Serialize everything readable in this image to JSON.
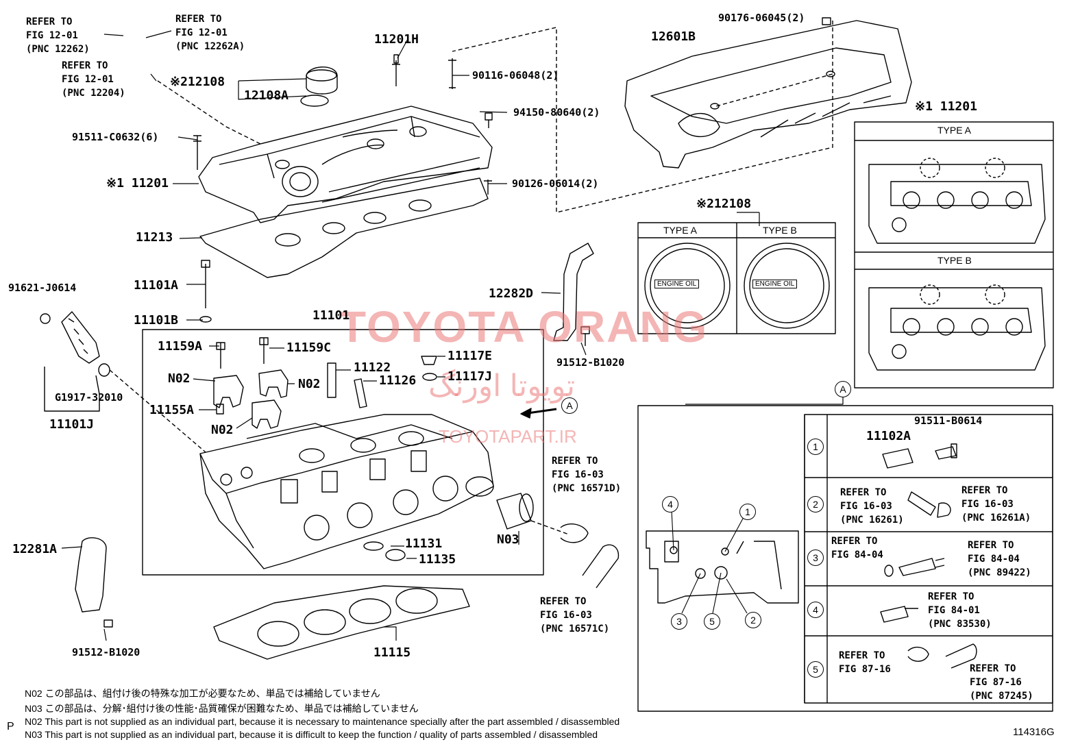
{
  "labels": {
    "p12601b": "12601B",
    "p90176": "90176-06045(2)",
    "p11201h": "11201H",
    "p90116": "90116-06048(2)",
    "p94150": "94150-80640(2)",
    "p91511c": "91511-C0632(6)",
    "p11201": "※1 11201",
    "p90126": "90126-06014(2)",
    "p11213": "11213",
    "p12108": "※212108",
    "p12108a": "12108A",
    "p11201_right": "※1 11201",
    "p12108_box": "※212108",
    "p91621": "91621-J0614",
    "p11101a": "11101A",
    "p11101b": "11101B",
    "p11101": "11101",
    "p11159a": "11159A",
    "p11159c": "11159C",
    "p11122": "11122",
    "p11126": "11126",
    "p11117e": "11117E",
    "p11117j": "11117J",
    "p12282d": "12282D",
    "p91512_top": "91512-B1020",
    "p_n02_1": "N02",
    "p_n02_2": "N02",
    "p_n02_3": "N02",
    "p11155a": "11155A",
    "p_g1917": "G1917-32010",
    "p11101j": "11101J",
    "p12281a": "12281A",
    "p91512_bot": "91512-B1020",
    "p11131": "11131",
    "p11135": "11135",
    "p_n03": "N03",
    "p11115": "11115",
    "p11102a": "11102A",
    "p91511b": "91511-B0614"
  },
  "refs": {
    "r1": "REFER TO\nFIG 12-01\n(PNC 12262)",
    "r2": "REFER TO\nFIG 12-01\n(PNC 12262A)",
    "r3": "REFER TO\nFIG 12-01\n(PNC 12204)",
    "r4": "REFER TO\nFIG 16-03\n(PNC 16571D)",
    "r5": "REFER TO\nFIG 16-03\n(PNC 16571C)",
    "r6": "REFER TO\nFIG 16-03\n(PNC 16261)",
    "r7": "REFER TO\nFIG 16-03\n(PNC 16261A)",
    "r8": "REFER TO\nFIG 84-04",
    "r9": "REFER TO\nFIG 84-04\n(PNC 89422)",
    "r10": "REFER TO\nFIG 84-01\n(PNC 83530)",
    "r11": "REFER TO\nFIG 87-16",
    "r12": "REFER TO\nFIG 87-16\n(PNC 87245)"
  },
  "type_headers": {
    "type_a": "TYPE A",
    "type_b": "TYPE B",
    "cap_type_a": "TYPE A",
    "cap_type_b": "TYPE B"
  },
  "cap_text": {
    "a": "ENGINE OIL",
    "b": "ENGINE OIL"
  },
  "callouts": {
    "a_marker": "A",
    "a_box": "A",
    "n1": "1",
    "n2": "2",
    "n3": "3",
    "n4": "4",
    "n5": "5",
    "row1": "1",
    "row2": "2",
    "row3": "3",
    "row4": "4",
    "row5": "5"
  },
  "watermarks": {
    "main": "TOYOTA ORANG",
    "persian": "تویوتا اورنگ",
    "site": "TOYOTAPART.IR"
  },
  "notes": [
    "N02  この部品は、組付け後の特殊な加工が必要なため、単品では補給していません",
    "N03  この部品は、分解･組付け後の性能･品質確保が困難なため、単品では補給していません",
    "N02  This part is not supplied as an individual part, because it is necessary to maintenance specially after the part assembled / disassembled",
    "N03  This part is not supplied as an individual part, because it is difficult to keep the function / quality of parts  assembled / disassembled"
  ],
  "footer": {
    "p_marker": "P",
    "figure_id": "114316G"
  }
}
